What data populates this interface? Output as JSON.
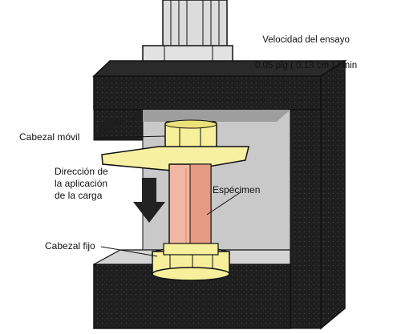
{
  "title": {
    "line1": "Velocidad del ensayo",
    "line2": "0.05 plg ( 0.13 cm ) / min"
  },
  "labels": {
    "cabezal_movil": "Cabezal móvil",
    "direccion": "Dirección de\nla aplicación\nde la carga",
    "especimen": "Espécimen",
    "cabezal_fijo": "Cabezal fijo"
  },
  "colors": {
    "frame": "#1e1e1e",
    "frame_texture": "#3a3a3a",
    "recess": "#c9c9c9",
    "base_plate": "#d4d4d4",
    "specimen": "#f2b7a2",
    "specimen_edge": "#e59a82",
    "nut": "#f6ef9c",
    "nut_side": "#ede27a",
    "plate": "#f7f0a3",
    "arrow": "#222222",
    "rod": "#dcdcdc"
  }
}
